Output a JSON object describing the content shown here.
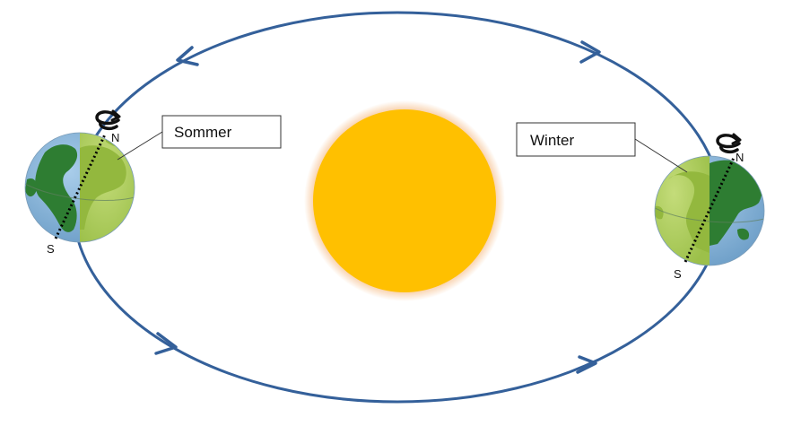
{
  "labels": {
    "summer": "Sommer",
    "winter": "Winter"
  },
  "poles": {
    "north": "N",
    "south": "S"
  },
  "colors": {
    "orbit": "#34609A",
    "sun": "#FFC000",
    "sun_glow": "#F7C79B",
    "ocean_day": "#8DB8DC",
    "land_day": "#2E7D32",
    "lit_half": "#A8C95A",
    "lit_land": "#93B83E"
  },
  "icons": {
    "rotation": "rotation-arrow-icon",
    "orbit_direction": "arrowhead-icon"
  }
}
